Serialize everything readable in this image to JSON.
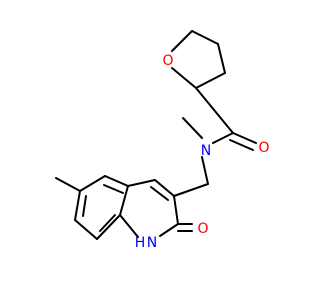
{
  "colors": {
    "background": "#ffffff",
    "bond": "#000000",
    "oxygen": "#ff0000",
    "nitrogen": "#0000ff"
  },
  "atoms": {
    "ring_oxygen": "O",
    "carbonyl_oxygen": "O",
    "amide_nitrogen": "N",
    "lactam_oxygen": "O",
    "ring_nitrogen_h": "H",
    "ring_nitrogen_n": "N"
  }
}
